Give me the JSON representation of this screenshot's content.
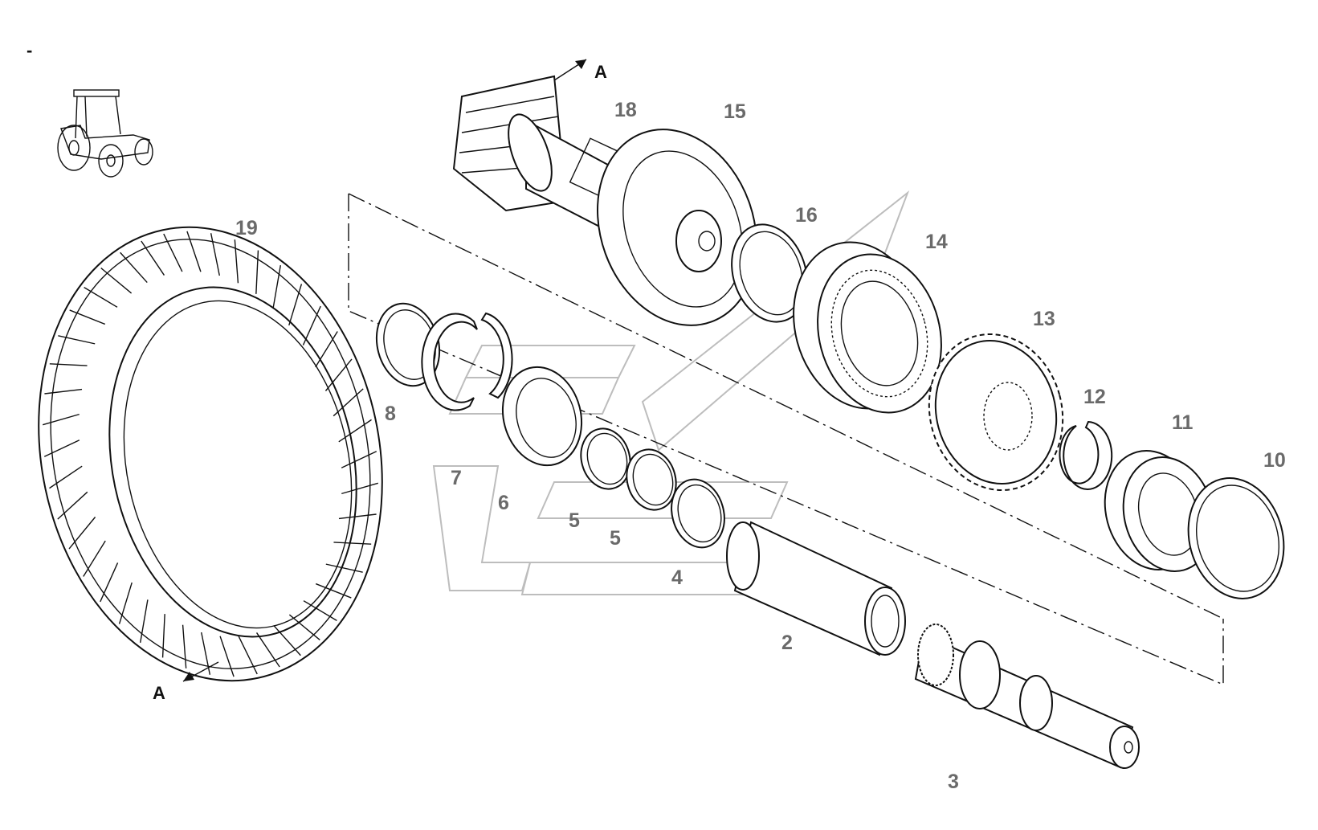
{
  "diagram": {
    "corner_mark": "-",
    "section_marker": "A",
    "callouts": {
      "p2": "2",
      "p3": "3",
      "p4": "4",
      "p5a": "5",
      "p5b": "5",
      "p6": "6",
      "p7": "7",
      "p8": "8",
      "p10": "10",
      "p11": "11",
      "p12": "12",
      "p13": "13",
      "p14": "14",
      "p15": "15",
      "p16": "16",
      "p18": "18",
      "p19": "19"
    },
    "icons": [
      "tractor-icon"
    ]
  }
}
